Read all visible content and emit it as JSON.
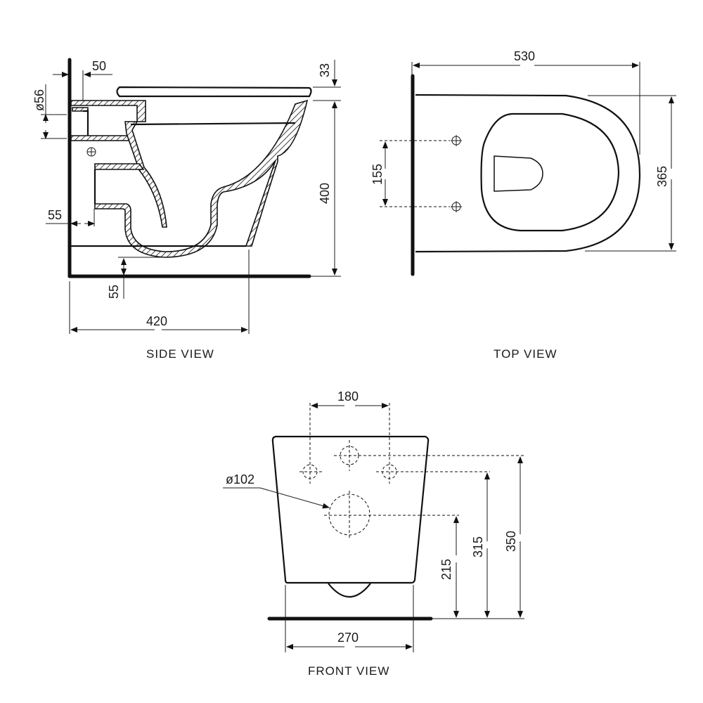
{
  "views": {
    "side": {
      "caption": "SIDE VIEW"
    },
    "top": {
      "caption": "TOP VIEW"
    },
    "front": {
      "caption": "FRONT VIEW"
    }
  },
  "dimensions": {
    "side": {
      "seat_offset": "50",
      "seat_height": "33",
      "inlet_diameter": "ø56",
      "outlet_offset": "55",
      "floor_clearance": "55",
      "height": "400",
      "depth": "420"
    },
    "top": {
      "length": "530",
      "bolt_spacing": "155",
      "width": "365"
    },
    "front": {
      "bolt_spacing": "180",
      "outlet_diameter": "ø102",
      "outlet_height": "215",
      "bolt_height": "315",
      "inlet_height": "350",
      "width": "270"
    }
  },
  "colors": {
    "line": "#111111",
    "background": "#ffffff"
  }
}
